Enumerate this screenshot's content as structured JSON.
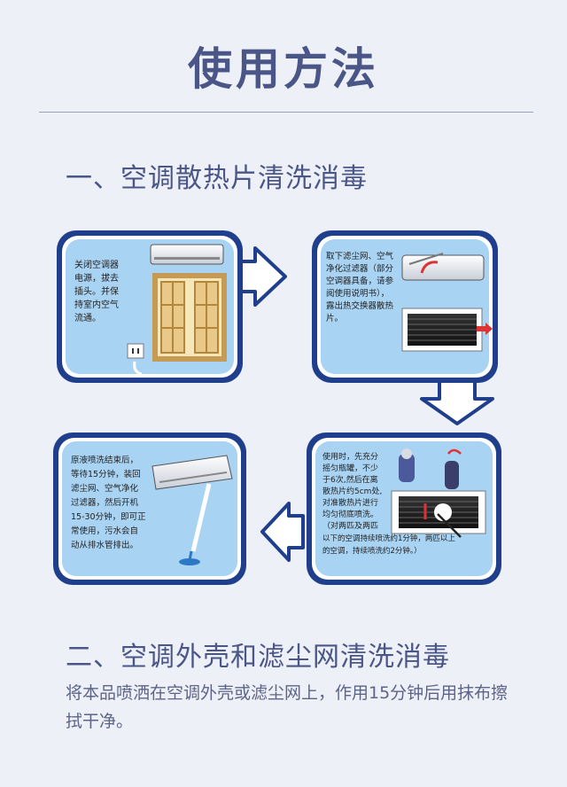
{
  "page": {
    "title": "使用方法",
    "section1_title": "一、空调散热片清洗消毒",
    "section2_title": "二、空调外壳和滤尘网清洗消毒",
    "section2_body": "将本品喷洒在空调外壳或滤尘网上，作用15分钟后用抹布擦拭干净。"
  },
  "steps": [
    {
      "lines": [
        "关闭空调器",
        "电源，拔去",
        "插头。并保",
        "持室内空气",
        "流通。"
      ]
    },
    {
      "lines": [
        "取下滤尘网、空气",
        "净化过滤器（部分",
        "空调器具备，请参",
        "阅使用说明书），",
        "露出热交换器散热",
        "片。"
      ]
    },
    {
      "lines": [
        "使用时，先充分",
        "摇匀瓶罐，不少",
        "于6次,然后在离",
        "散热片约5cm处,",
        "对准散热片进行",
        "均匀彻底喷洗。",
        "（对两匹及两匹",
        "以下的空调持续喷洗约1分钟，两匹以上",
        "的空调，持续喷洗约2分钟。）"
      ]
    },
    {
      "lines": [
        "原液喷洗结束后，",
        "等待15分钟，装回",
        "滤尘网、空气净化",
        "过滤器，然后开机",
        "15-30分钟，即可正",
        "常使用，污水会自",
        "动从排水管排出。"
      ]
    }
  ],
  "colors": {
    "heading": "#4a5687",
    "card_border": "#1f3f8c",
    "card_fill": "#a9d3f3",
    "arrow_fill": "#ffffff"
  }
}
